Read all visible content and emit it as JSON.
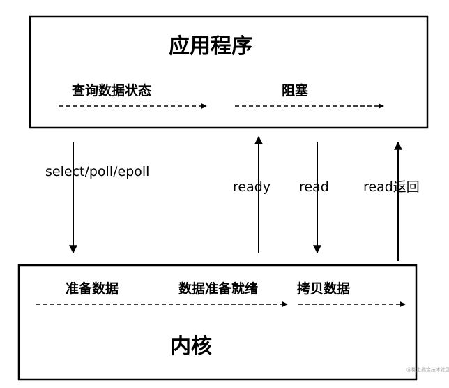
{
  "app_box": {
    "title": "应用程序",
    "stages": [
      "查询数据状态",
      "阻塞"
    ]
  },
  "kernel_box": {
    "title": "内核",
    "stages": [
      "准备数据",
      "数据准备就绪",
      "拷贝数据"
    ]
  },
  "calls": {
    "select": "select/poll/epoll",
    "ready": "ready",
    "read": "read",
    "read_return": "read返回"
  },
  "watermark": "@稀土掘金技术社区"
}
